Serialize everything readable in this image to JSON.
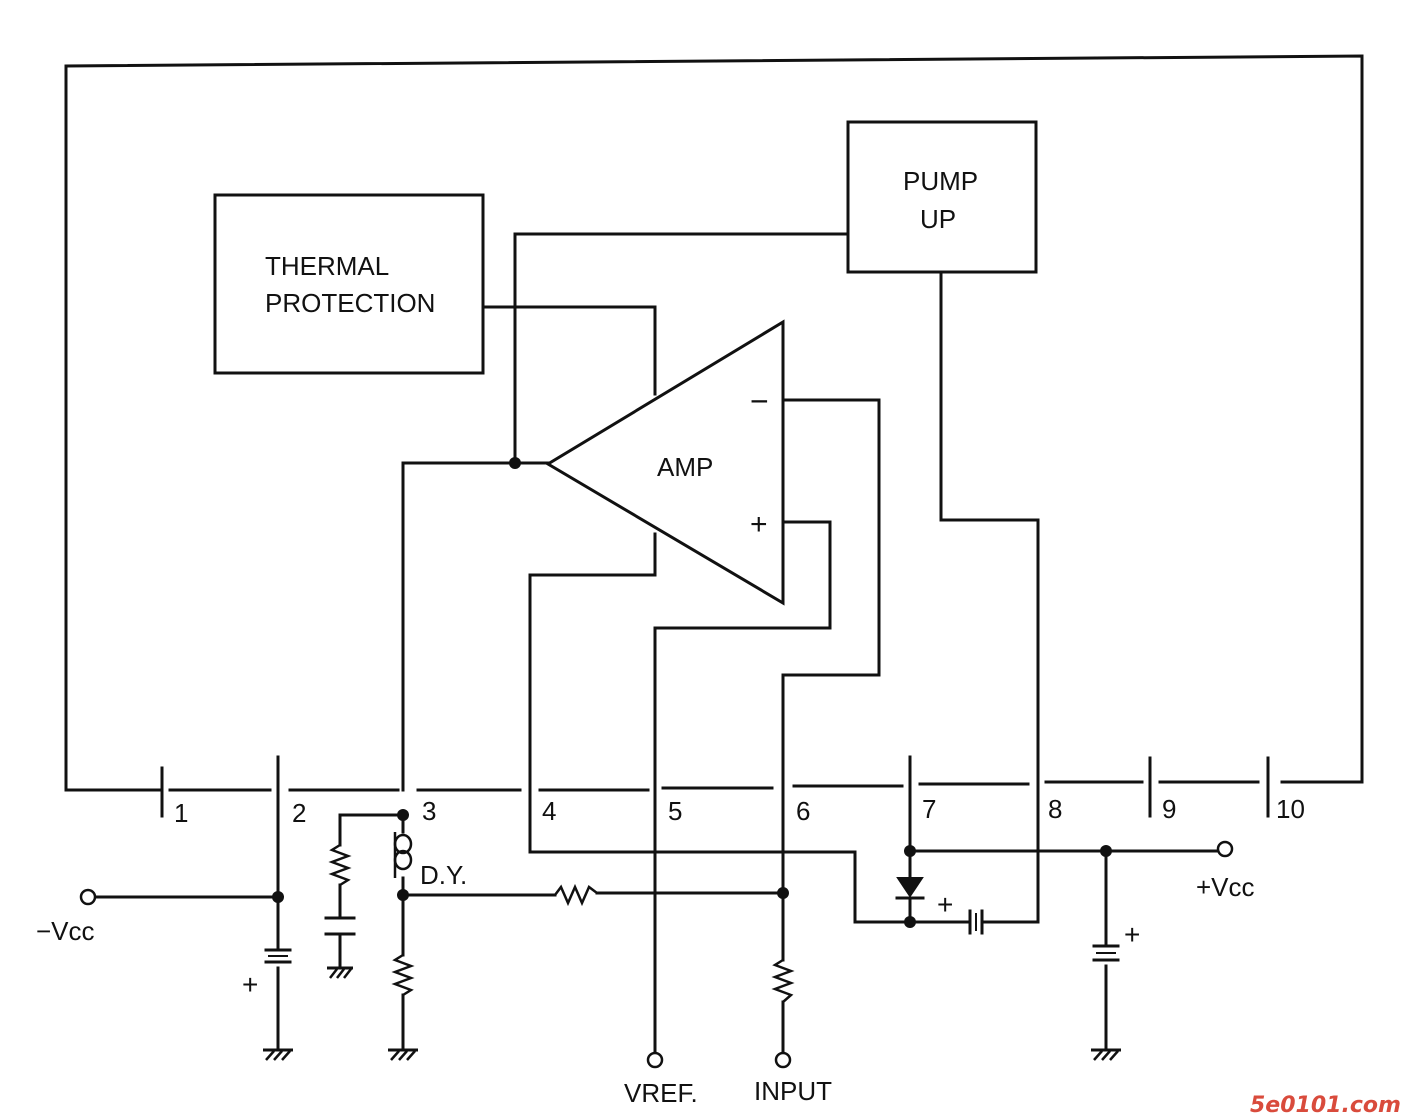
{
  "blocks": {
    "thermal_protection": [
      "THERMAL",
      "PROTECTION"
    ],
    "pump_up": [
      "PUMP",
      "UP"
    ],
    "amp": "AMP"
  },
  "amp_inputs": {
    "minus": "−",
    "plus": "+"
  },
  "pins": [
    "1",
    "2",
    "3",
    "4",
    "5",
    "6",
    "7",
    "8",
    "9",
    "10"
  ],
  "terminals": {
    "neg_vcc": "−Vcc",
    "pos_vcc": "+Vcc",
    "vref": "VREF.",
    "input": "INPUT"
  },
  "components": {
    "yoke": "D.Y."
  },
  "polarity_marks": {
    "plus": "+"
  },
  "watermark": "5e0101.com",
  "colors": {
    "line": "#111111",
    "watermark": "#d94b3c"
  }
}
